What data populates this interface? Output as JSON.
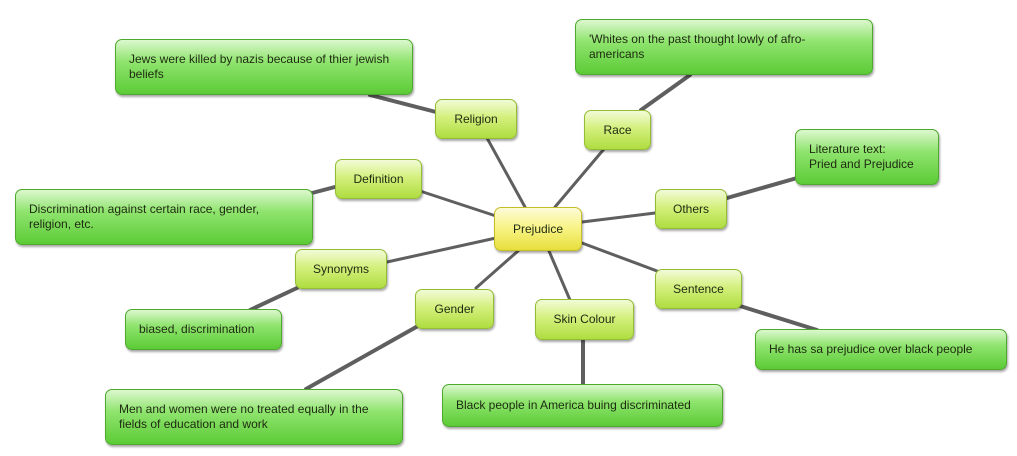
{
  "center": {
    "label": "Prejudice"
  },
  "branches": [
    {
      "id": "religion",
      "label": "Religion",
      "detail": "Jews were killed by nazis because of thier jewish\nbeliefs"
    },
    {
      "id": "race",
      "label": "Race",
      "detail": "'Whites on the past thought lowly of  afro-\namericans"
    },
    {
      "id": "definition",
      "label": "Definition",
      "detail": "Discrimination against certain race, gender,\nreligion, etc."
    },
    {
      "id": "others",
      "label": "Others",
      "detail": "Literature text:\nPried and Prejudice"
    },
    {
      "id": "synonyms",
      "label": "Synonyms",
      "detail": "biased, discrimination"
    },
    {
      "id": "sentence",
      "label": "Sentence",
      "detail": "He has sa prejudice over  black people"
    },
    {
      "id": "gender",
      "label": "Gender",
      "detail": "Men and women were no treated equally in the\nfields of education and work"
    },
    {
      "id": "skin-colour",
      "label": "Skin Colour",
      "detail": "Black people in America buing discriminated"
    }
  ]
}
